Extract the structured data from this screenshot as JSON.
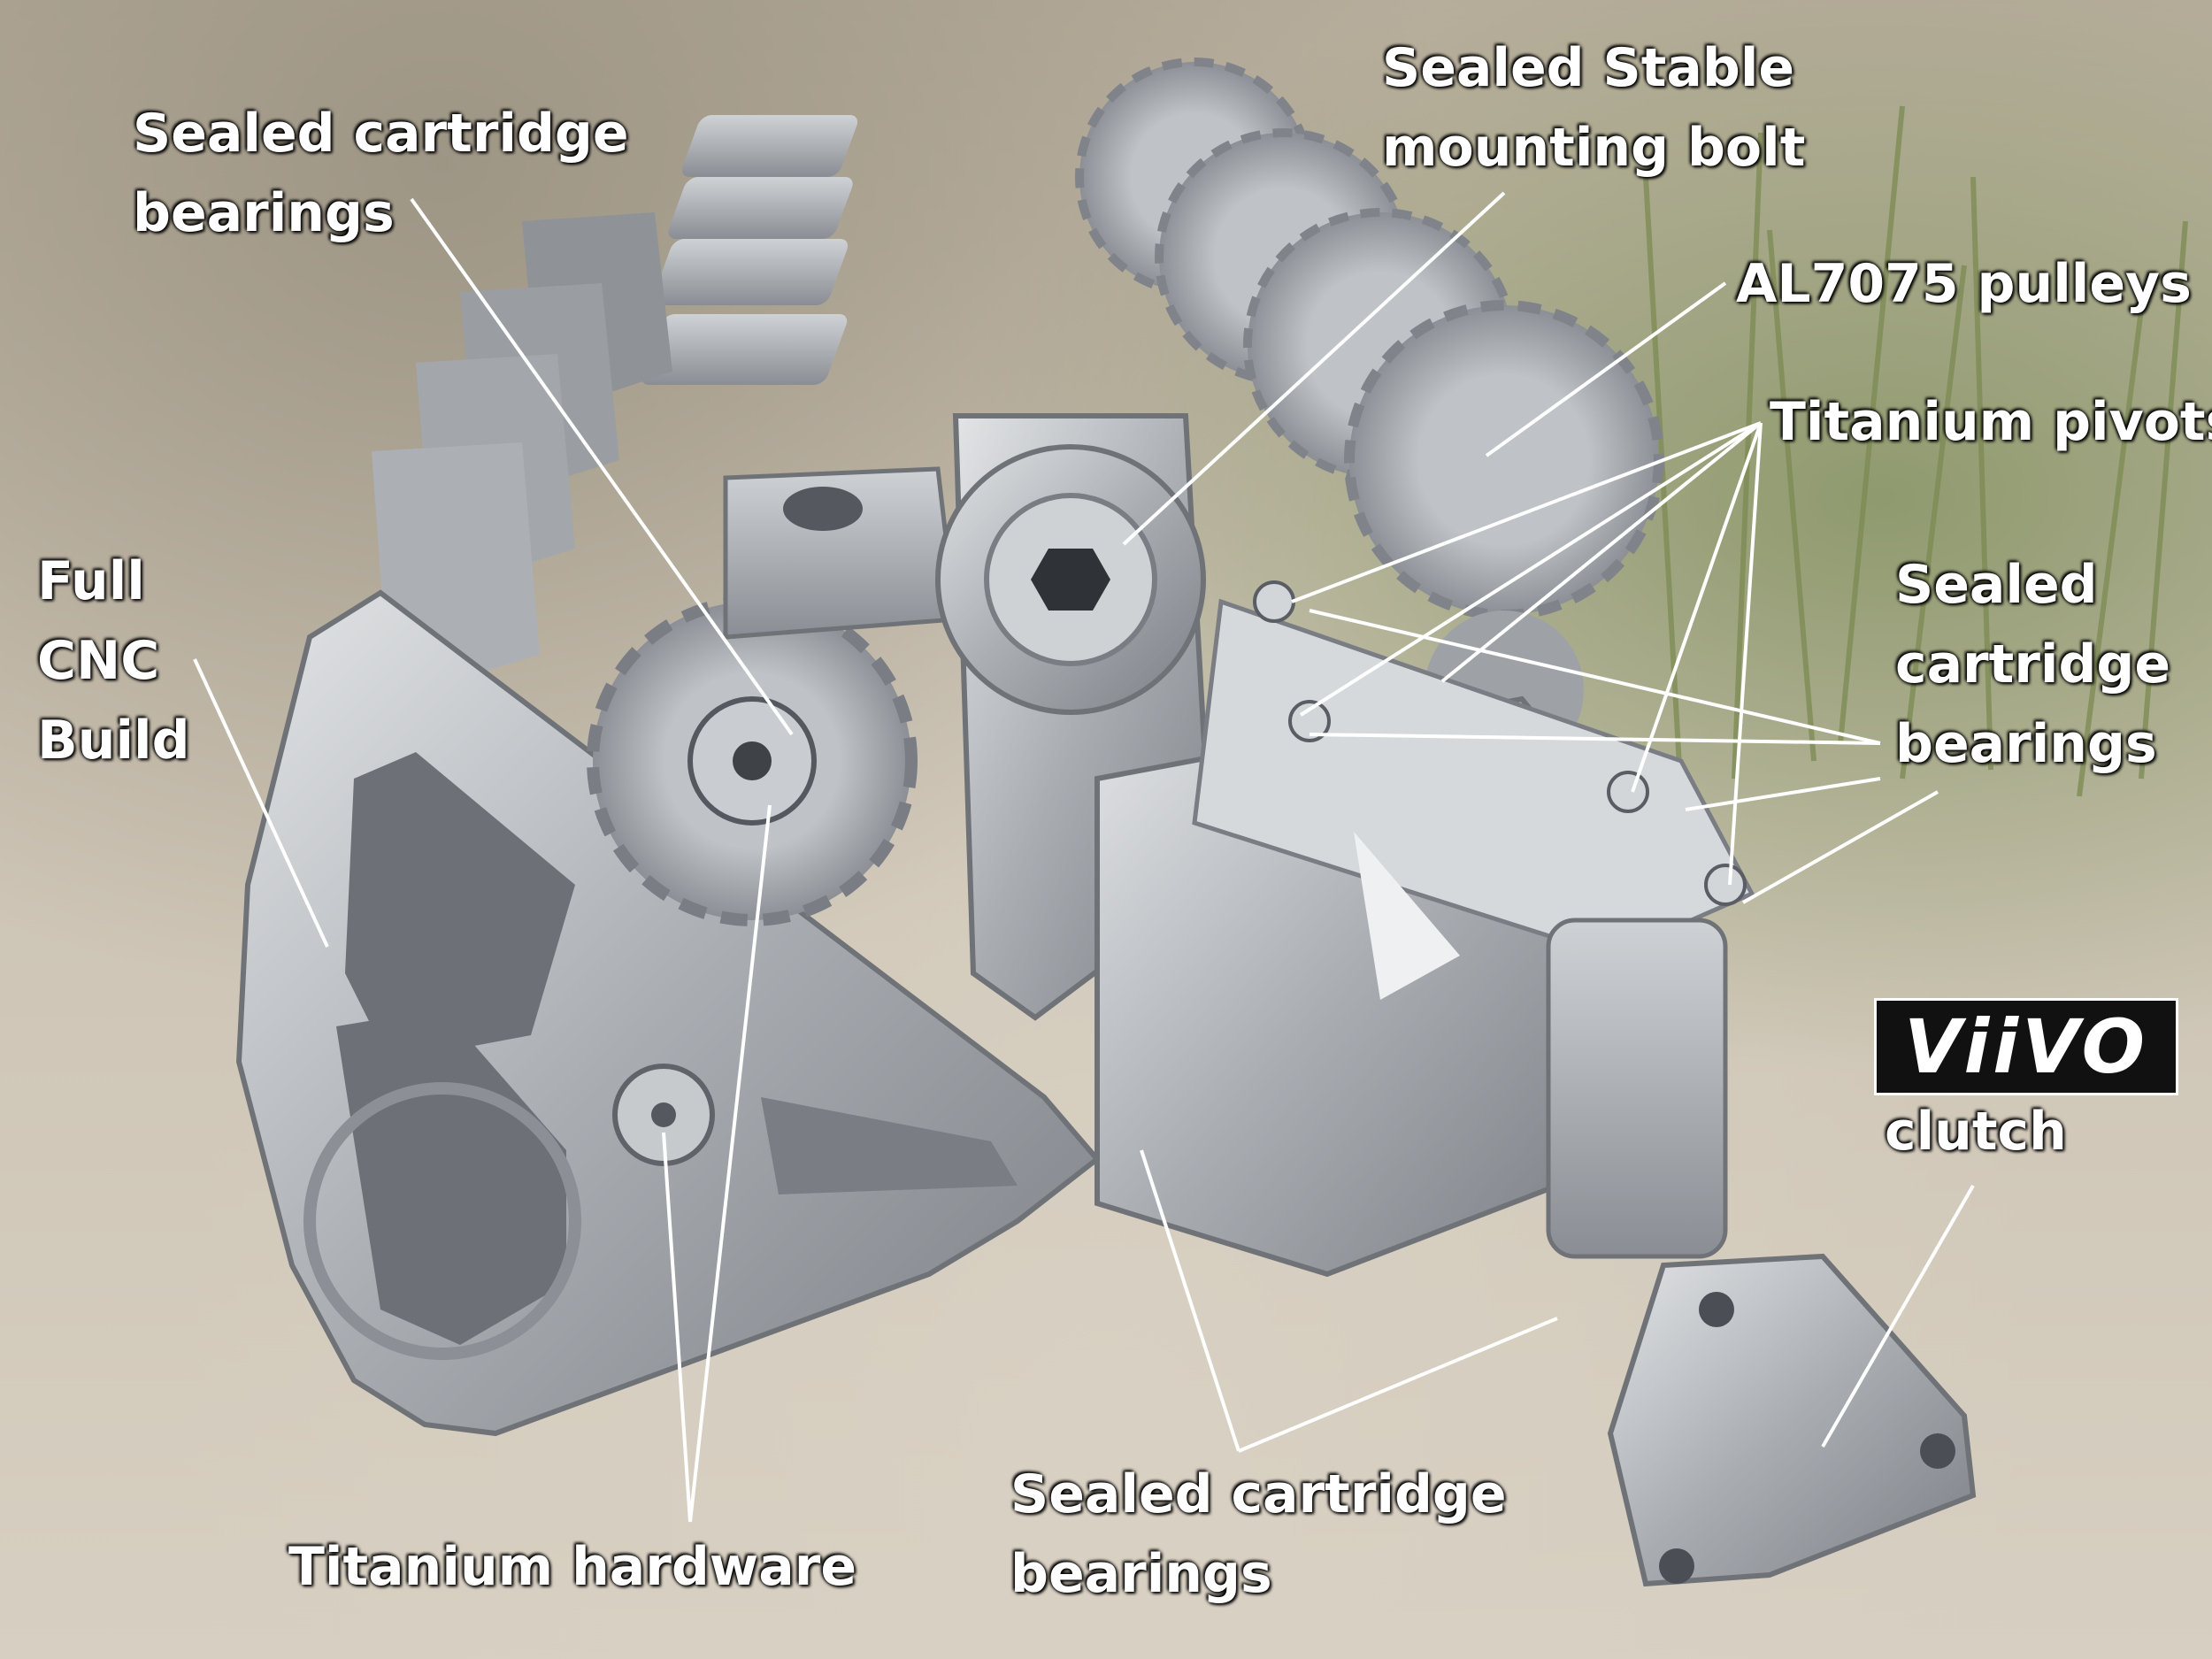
{
  "labels": {
    "sealed_bearings_top": [
      "Sealed cartridge",
      "bearings"
    ],
    "mounting_bolt": [
      "Sealed Stable",
      "mounting bolt"
    ],
    "pulleys": "AL7075 pulleys",
    "titanium_pivots": "Titanium pivots",
    "sealed_bearings_right": [
      "Sealed",
      "cartridge",
      "bearings"
    ],
    "full_cnc": [
      "Full",
      "CNC",
      "Build"
    ],
    "titanium_hardware": "Titanium hardware",
    "sealed_bearings_bottom": [
      "Sealed cartridge",
      "bearings"
    ],
    "clutch": "clutch"
  },
  "logo": {
    "text": "ViiVO"
  },
  "colors": {
    "label_text": "#ffffff",
    "leader_line": "#ffffff",
    "metal": "#b9bcc0",
    "metal_dark": "#6f7378",
    "ground": "#cfc6b8"
  }
}
